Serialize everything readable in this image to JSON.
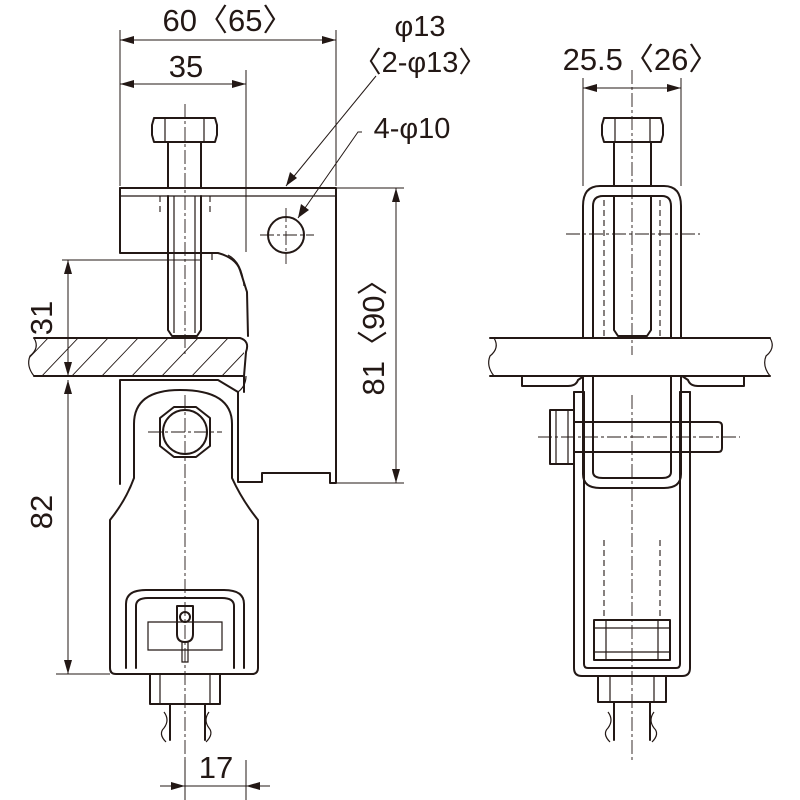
{
  "dimensions": {
    "overall_width": "60〈65〉",
    "bolt_offset": "35",
    "hole_main": "φ13",
    "hole_main_alt": "〈2-φ13〉",
    "hole_small": "4-φ10",
    "side_width": "25.5〈26〉",
    "flange_gap": "31",
    "body_height": "81〈90〉",
    "hanger_height": "82",
    "rod_width": "17"
  },
  "colors": {
    "line": "#231815",
    "background": "#ffffff"
  }
}
